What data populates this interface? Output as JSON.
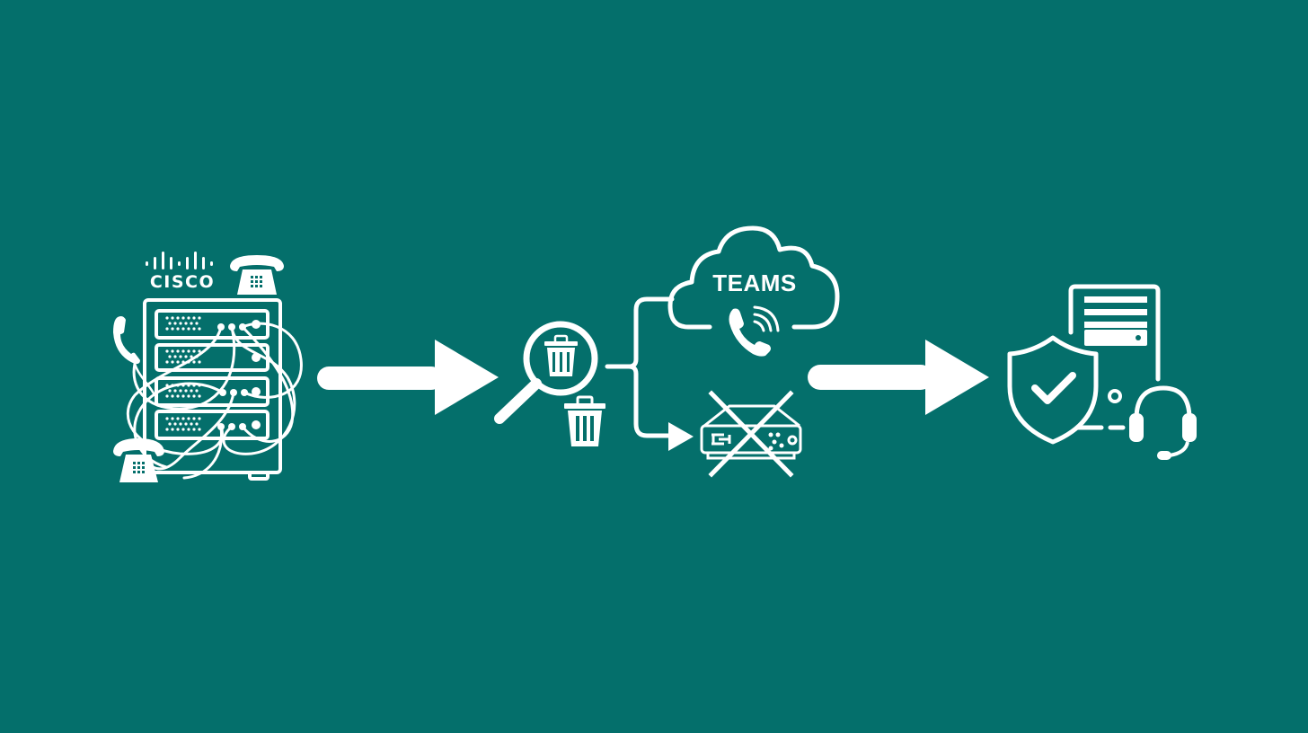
{
  "title": "Cisco to Microsoft Teams phone system migration flow",
  "colors": {
    "background": "#046F6B",
    "foreground": "#FFFFFF"
  },
  "stages": [
    {
      "id": "legacy",
      "description": "Legacy Cisco phone system - tangled server rack with desk phones",
      "brand_label": "CISCO",
      "icons": [
        "cisco-logo-icon",
        "desk-phone-icon",
        "server-rack-icon",
        "handset-icon",
        "tangled-cables-icon"
      ]
    },
    {
      "id": "audit",
      "description": "Audit and remove unused components",
      "icons": [
        "magnifier-icon",
        "trash-icon",
        "trash-icon"
      ]
    },
    {
      "id": "split",
      "description": "Move calling to Teams cloud, decommission on-prem hardware",
      "branches": [
        {
          "id": "cloud",
          "label": "TEAMS",
          "icons": [
            "cloud-icon",
            "phone-call-icon"
          ]
        },
        {
          "id": "hardware",
          "label": "",
          "icons": [
            "network-appliance-icon",
            "cross-out-icon"
          ]
        }
      ]
    },
    {
      "id": "result",
      "description": "Secure, supported managed system",
      "icons": [
        "shield-check-icon",
        "server-tower-icon",
        "headset-icon"
      ]
    }
  ],
  "arrows": [
    {
      "from": "legacy",
      "to": "audit"
    },
    {
      "from": "split",
      "to": "result"
    }
  ]
}
